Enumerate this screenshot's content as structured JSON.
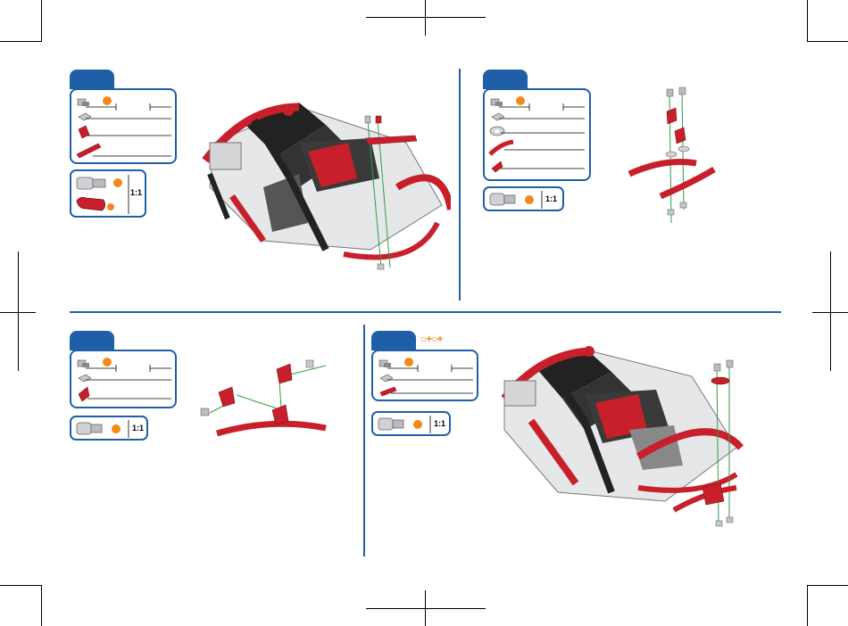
{
  "colors": {
    "step_blue": "#1f5fa8",
    "accent_orange": "#f08a1c",
    "part_red": "#c8202a",
    "part_black": "#222222",
    "part_silver": "#b9bcc0",
    "guide_green": "#2e9e4a"
  },
  "steps": [
    {
      "id": "step-a",
      "scale": "1:1",
      "parts": [
        "screw-nut-icon",
        "square-nut-icon",
        "red-bracket-icon",
        "red-strip-icon"
      ],
      "tool_parts": [
        "screw-icon",
        "red-clip-icon"
      ]
    },
    {
      "id": "step-b",
      "scale": "1:1",
      "parts": [
        "screw-nut-icon",
        "square-nut-icon",
        "washer-icon",
        "curved-strip-icon",
        "angle-bracket-icon"
      ],
      "tool_parts": [
        "screw-icon"
      ]
    },
    {
      "id": "step-c",
      "scale": "1:1",
      "parts": [
        "screw-nut-icon",
        "square-nut-icon",
        "angle-bracket-icon"
      ],
      "tool_parts": [
        "screw-icon"
      ]
    },
    {
      "id": "step-d",
      "scale": "1:1",
      "parts": [
        "screw-nut-icon",
        "square-nut-icon",
        "red-strip-icon"
      ],
      "tool_parts": [
        "screw-icon"
      ],
      "symbol": "○+○+"
    }
  ]
}
